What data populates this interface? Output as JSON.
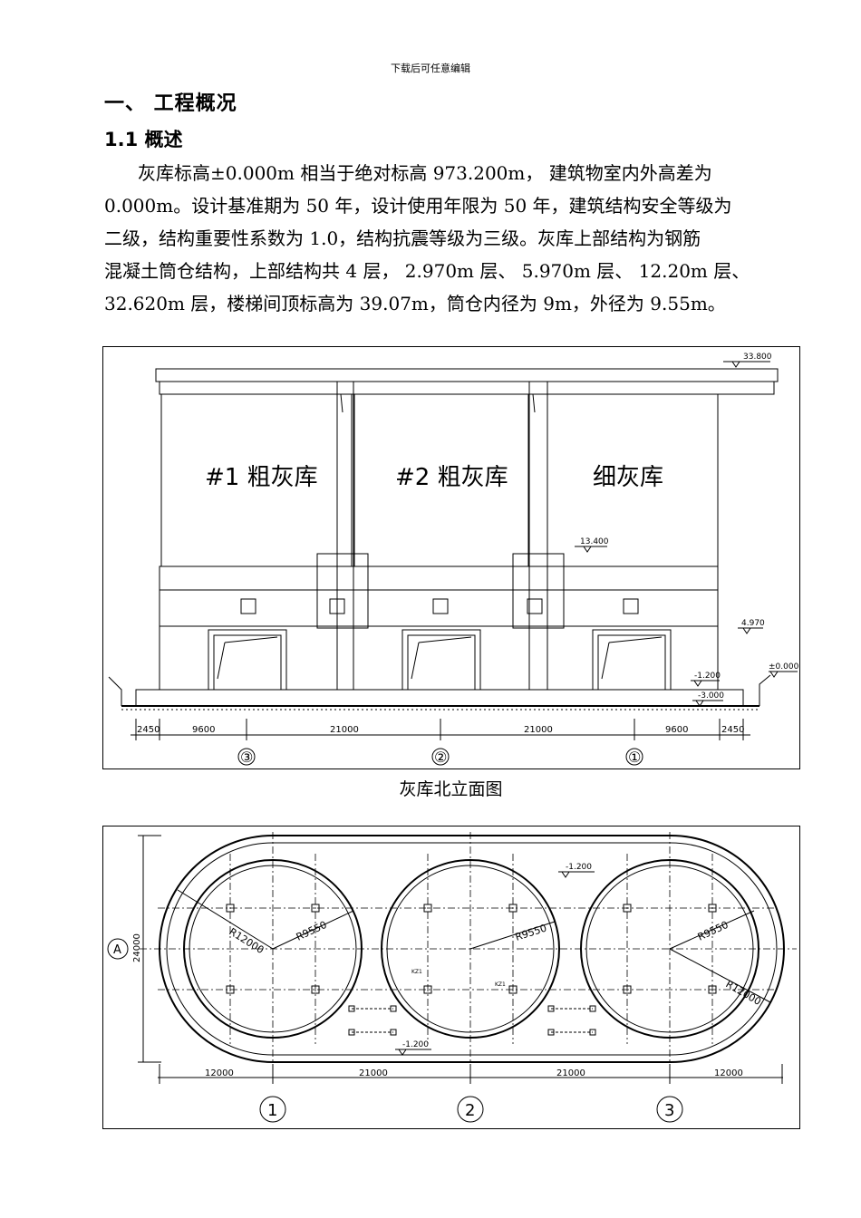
{
  "header_note": "下载后可任意编辑",
  "heading1": "一、  工程概况",
  "heading2": "1.1 概述",
  "paragraph_lines": [
    "灰库标高±0.000m 相当于绝对标高 973.200m， 建筑物室内外高差为",
    "0.000m。设计基准期为 50 年，设计使用年限为 50 年，建筑结构安全等级为",
    "二级，结构重要性系数为 1.0，结构抗震等级为三级。灰库上部结构为钢筋",
    "混凝土筒仓结构，上部结构共 4 层，  2.970m 层、  5.970m 层、  12.20m 层、",
    "32.620m 层，楼梯间顶标高为 39.07m，筒仓内径为 9m，外径为 9.55m。"
  ],
  "elevation": {
    "silo_labels": [
      "#1 粗灰库",
      "#2 粗灰库",
      "细灰库"
    ],
    "levels": [
      "33.800",
      "13.400",
      "4.970",
      "±0.000",
      "-1.200",
      "-3.000"
    ],
    "dimensions": [
      "2450",
      "9600",
      "21000",
      "21000",
      "9600",
      "2450"
    ],
    "axes": [
      "③",
      "②",
      "①"
    ]
  },
  "caption": "灰库北立面图",
  "plan": {
    "radius_labels": [
      "R12000",
      "R9550",
      "R9550",
      "R9550",
      "R12000"
    ],
    "levels": [
      "-1.200",
      "-1.200"
    ],
    "column_tags": [
      "KZ1",
      "KZ1"
    ],
    "overall_dim": "24000",
    "axis_letter": "A",
    "dimensions": [
      "12000",
      "21000",
      "21000",
      "12000"
    ],
    "axes": [
      "1",
      "2",
      "3"
    ]
  }
}
